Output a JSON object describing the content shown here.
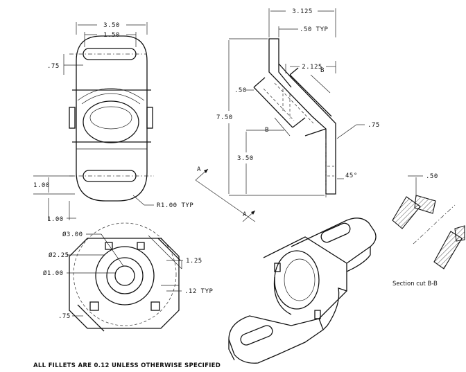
{
  "top_view": {
    "dims": {
      "overall_width": "3.50",
      "slot_length": "1.50",
      "slot_offset": ".75",
      "left_vertical": "1.00",
      "left_horizontal": "1.00",
      "radius": "R1.00 TYP"
    }
  },
  "side_view": {
    "dims": {
      "top_width": "3.125",
      "thickness": ".50 TYP",
      "mid_width": "2.125",
      "wall": ".50",
      "overall_height": "7.50",
      "base_height": "3.50",
      "right_wall": ".75",
      "angle": "45°"
    },
    "section_marks": {
      "upper": "B",
      "lower": "B",
      "view_a_top": "A",
      "view_a_bottom": "A"
    }
  },
  "section_view": {
    "dim": ".50",
    "caption": "Section cut B-B"
  },
  "aux_view": {
    "dims": {
      "outer_dia": "Ø3.00",
      "mid_dia": "Ø2.25",
      "inner_dia": "Ø1.00",
      "tab_width": "1.25",
      "tab_depth": ".12 TYP",
      "notch": ".75"
    }
  },
  "notes": {
    "fillets": "ALL FILLETS ARE 0.12 UNLESS OTHERWISE SPECIFIED"
  }
}
